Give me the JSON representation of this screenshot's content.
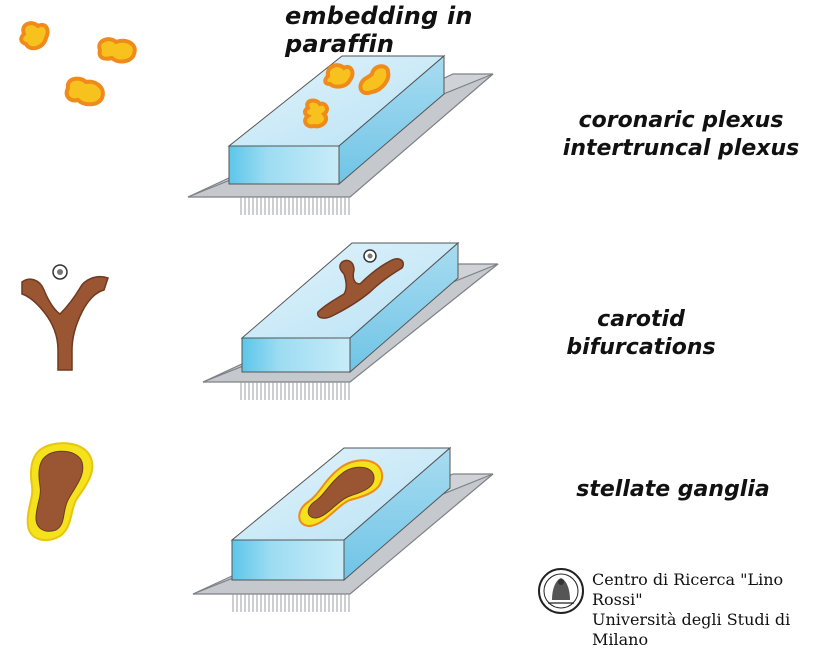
{
  "title": "embedding in paraffin",
  "rows": [
    {
      "label_lines": [
        "coronaric plexus",
        "intertruncal plexus"
      ]
    },
    {
      "label_lines": [
        "carotid bifurcations"
      ]
    },
    {
      "label_lines": [
        "stellate ganglia"
      ]
    }
  ],
  "institution": {
    "line1": "Centro di Ricerca \"Lino Rossi\"",
    "line2": "Università degli Studi di Milano"
  },
  "colors": {
    "paraffin_top": "#cdeaf7",
    "paraffin_front": "#7fd3ee",
    "plate": "#cfd2d6",
    "tissue_yellow": "#f7c21e",
    "tissue_orange": "#f08a1a",
    "vessel_brown": "#9a5532",
    "ganglion_halo": "#f3e21c"
  }
}
